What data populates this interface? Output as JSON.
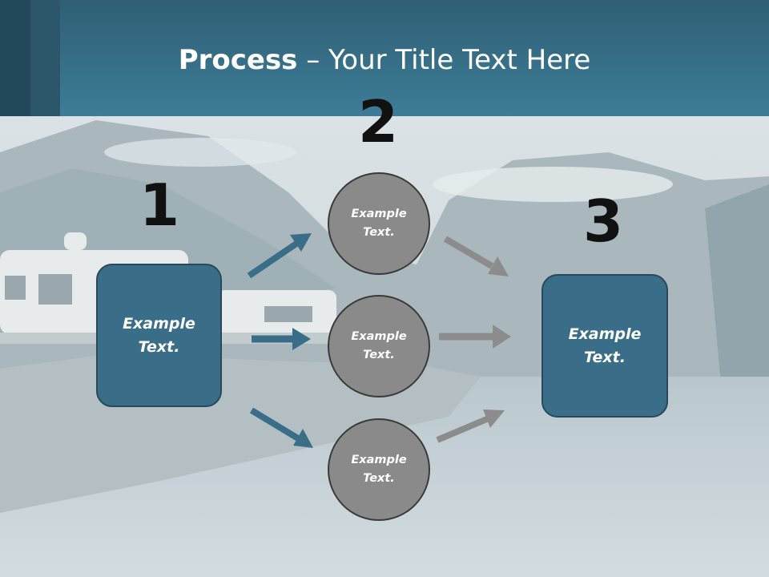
{
  "slide": {
    "title_bold": "Process",
    "title_rest": " – Your Title Text Here"
  },
  "steps": {
    "step1_number": "1",
    "step2_number": "2",
    "step3_number": "3"
  },
  "boxes": {
    "left_label": "Example\nText.",
    "right_label": "Example\nText."
  },
  "circles": {
    "top_label": "Example\nText.",
    "middle_label": "Example\nText.",
    "bottom_label": "Example\nText."
  },
  "colors": {
    "header": "#3d7d98",
    "box_fill": "#3a6e88",
    "circle_fill": "#8a8a8a",
    "arrow_blue": "#3a6e88",
    "arrow_gray": "#8c8c8c"
  }
}
